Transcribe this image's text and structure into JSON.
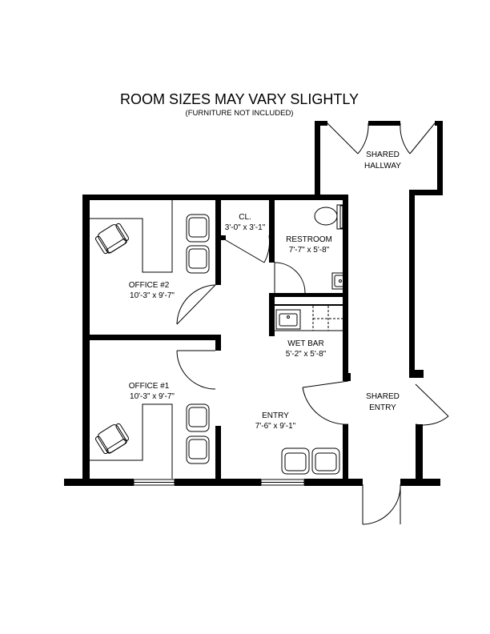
{
  "title": "ROOM SIZES MAY VARY SLIGHTLY",
  "subtitle": "(FURNITURE NOT INCLUDED)",
  "rooms": {
    "shared_hallway": {
      "name_line1": "SHARED",
      "name_line2": "HALLWAY"
    },
    "closet": {
      "name": "CL.",
      "size": "3'-0\" x 3'-1\""
    },
    "restroom": {
      "name": "RESTROOM",
      "size": "7'-7\" x 5'-8\""
    },
    "office_2": {
      "name": "OFFICE #2",
      "size": "10'-3\" x 9'-7\""
    },
    "wet_bar": {
      "name": "WET BAR",
      "size": "5'-2\" x 5'-8\""
    },
    "office_1": {
      "name": "OFFICE #1",
      "size": "10'-3\" x 9'-7\""
    },
    "shared_entry": {
      "name_line1": "SHARED",
      "name_line2": "ENTRY"
    },
    "entry": {
      "name": "ENTRY",
      "size": "7'-6\" x 9'-1\""
    }
  }
}
